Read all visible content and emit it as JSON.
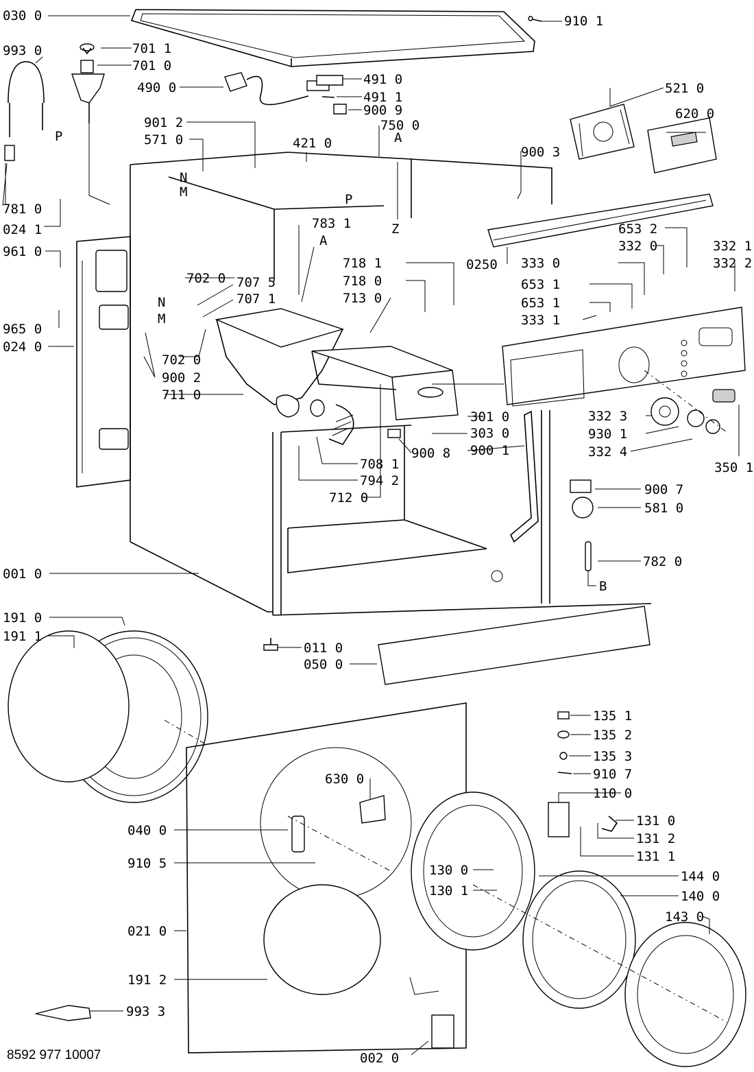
{
  "document_number": "8592 977 10007",
  "callouts": [
    {
      "id": "c030_0",
      "text": "030 0"
    },
    {
      "id": "c910_1",
      "text": "910 1"
    },
    {
      "id": "c993_0",
      "text": "993 0"
    },
    {
      "id": "c701_1",
      "text": "701 1"
    },
    {
      "id": "c701_0",
      "text": "701 0"
    },
    {
      "id": "c490_0",
      "text": "490 0"
    },
    {
      "id": "c491_0",
      "text": "491 0"
    },
    {
      "id": "c491_1",
      "text": "491 1"
    },
    {
      "id": "c900_9",
      "text": "900 9"
    },
    {
      "id": "c750_0",
      "text": "750 0"
    },
    {
      "id": "c521_0",
      "text": "521 0"
    },
    {
      "id": "c620_0",
      "text": "620 0"
    },
    {
      "id": "c901_2",
      "text": "901 2"
    },
    {
      "id": "c571_0",
      "text": "571 0"
    },
    {
      "id": "c421_0",
      "text": "421 0"
    },
    {
      "id": "c900_3",
      "text": "900 3"
    },
    {
      "id": "c781_0",
      "text": "781 0"
    },
    {
      "id": "c024_1",
      "text": "024 1"
    },
    {
      "id": "c783_1",
      "text": "783 1"
    },
    {
      "id": "c961_0",
      "text": "961 0"
    },
    {
      "id": "c702_0a",
      "text": "702 0"
    },
    {
      "id": "c707_5",
      "text": "707 5"
    },
    {
      "id": "c707_1",
      "text": "707 1"
    },
    {
      "id": "c718_1",
      "text": "718 1"
    },
    {
      "id": "c718_0",
      "text": "718 0"
    },
    {
      "id": "c713_0",
      "text": "713 0"
    },
    {
      "id": "c0250",
      "text": "0250"
    },
    {
      "id": "c653_2",
      "text": "653 2"
    },
    {
      "id": "c332_0",
      "text": "332 0"
    },
    {
      "id": "c332_1",
      "text": "332 1"
    },
    {
      "id": "c332_2",
      "text": "332 2"
    },
    {
      "id": "c333_0",
      "text": "333 0"
    },
    {
      "id": "c653_1a",
      "text": "653 1"
    },
    {
      "id": "c653_1b",
      "text": "653 1"
    },
    {
      "id": "c333_1",
      "text": "333 1"
    },
    {
      "id": "c965_0",
      "text": "965 0"
    },
    {
      "id": "c024_0",
      "text": "024 0"
    },
    {
      "id": "c702_0b",
      "text": "702 0"
    },
    {
      "id": "c900_2",
      "text": "900 2"
    },
    {
      "id": "c711_0",
      "text": "711 0"
    },
    {
      "id": "c301_0",
      "text": "301 0"
    },
    {
      "id": "c303_0",
      "text": "303 0"
    },
    {
      "id": "c900_1",
      "text": "900 1"
    },
    {
      "id": "c332_3",
      "text": "332 3"
    },
    {
      "id": "c930_1",
      "text": "930 1"
    },
    {
      "id": "c332_4",
      "text": "332 4"
    },
    {
      "id": "c350_1",
      "text": "350 1"
    },
    {
      "id": "c900_8",
      "text": "900 8"
    },
    {
      "id": "c708_1",
      "text": "708 1"
    },
    {
      "id": "c794_2",
      "text": "794 2"
    },
    {
      "id": "c712_0",
      "text": "712 0"
    },
    {
      "id": "c900_7",
      "text": "900 7"
    },
    {
      "id": "c581_0",
      "text": "581 0"
    },
    {
      "id": "c782_0",
      "text": "782 0"
    },
    {
      "id": "c001_0",
      "text": "001 0"
    },
    {
      "id": "c191_0",
      "text": "191 0"
    },
    {
      "id": "c191_1",
      "text": "191 1"
    },
    {
      "id": "c011_0",
      "text": "011 0"
    },
    {
      "id": "c050_0",
      "text": "050 0"
    },
    {
      "id": "c135_1",
      "text": "135 1"
    },
    {
      "id": "c135_2",
      "text": "135 2"
    },
    {
      "id": "c135_3",
      "text": "135 3"
    },
    {
      "id": "c910_7",
      "text": "910 7"
    },
    {
      "id": "c110_0",
      "text": "110 0"
    },
    {
      "id": "c630_0",
      "text": "630 0"
    },
    {
      "id": "c040_0",
      "text": "040 0"
    },
    {
      "id": "c131_0",
      "text": "131 0"
    },
    {
      "id": "c131_2",
      "text": "131 2"
    },
    {
      "id": "c131_1",
      "text": "131 1"
    },
    {
      "id": "c910_5",
      "text": "910 5"
    },
    {
      "id": "c130_0",
      "text": "130 0"
    },
    {
      "id": "c144_0",
      "text": "144 0"
    },
    {
      "id": "c130_1",
      "text": "130 1"
    },
    {
      "id": "c140_0",
      "text": "140 0"
    },
    {
      "id": "c021_0",
      "text": "021 0"
    },
    {
      "id": "c143_0",
      "text": "143 0"
    },
    {
      "id": "c191_2",
      "text": "191 2"
    },
    {
      "id": "c993_3",
      "text": "993 3"
    },
    {
      "id": "c002_0",
      "text": "002 0"
    }
  ],
  "letter_marks": {
    "A": "A",
    "N": "N",
    "M": "M",
    "P": "P",
    "Z": "Z",
    "B": "B"
  }
}
